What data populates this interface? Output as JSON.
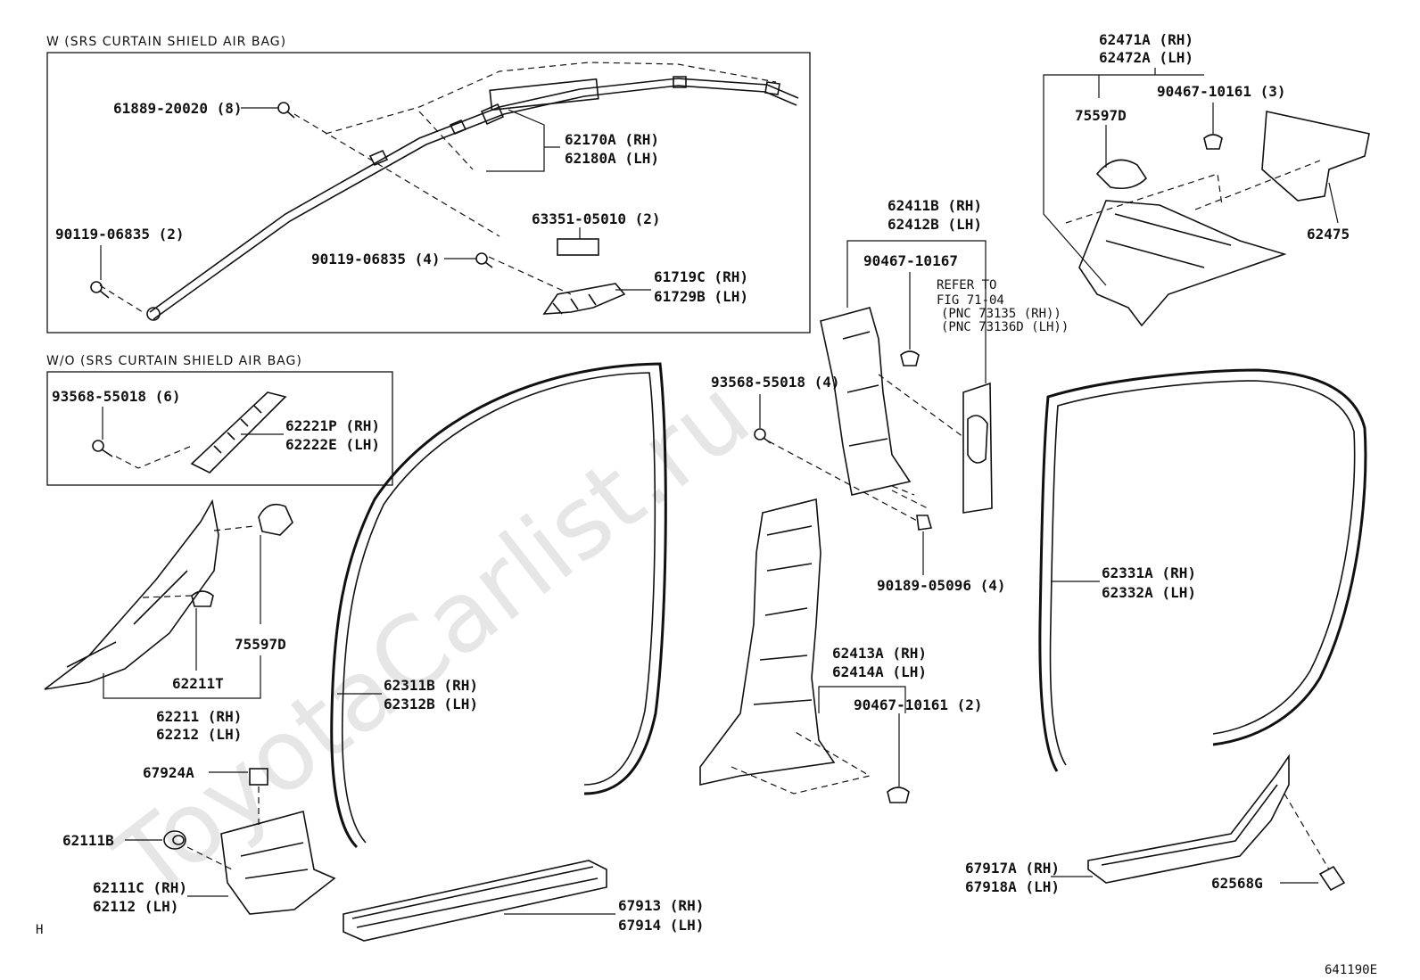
{
  "watermark": "ToyotaCarlist.ru",
  "sections": {
    "with_airbag_header": "W (SRS CURTAIN SHIELD AIR BAG)",
    "without_airbag_header": "W/O (SRS CURTAIN SHIELD AIR BAG)"
  },
  "labels": {
    "p61889": "61889-20020 (8)",
    "p62170a": "62170A (RH)",
    "p62180a": "62180A (LH)",
    "p90119a": "90119-06835 (2)",
    "p63351": "63351-05010 (2)",
    "p90119b": "90119-06835 (4)",
    "p61719c": "61719C (RH)",
    "p61729b": "61729B (LH)",
    "p93568a": "93568-55018 (6)",
    "p62221p": "62221P (RH)",
    "p62222e": "62222E (LH)",
    "p75597d_a": "75597D",
    "p62211t": "62211T",
    "p62211": "62211 (RH)",
    "p62212": "62212 (LH)",
    "p67924a": "67924A",
    "p62111b": "62111B",
    "p62111c": "62111C (RH)",
    "p62112": "62112 (LH)",
    "p62311b": "62311B (RH)",
    "p62312b": "62312B (LH)",
    "p67913": "67913 (RH)",
    "p67914": "67914 (LH)",
    "p62411b": "62411B (RH)",
    "p62412b": "62412B (LH)",
    "p90467a": "90467-10167",
    "refer1": "REFER TO",
    "refer2": "FIG 71-04",
    "refer3": "(PNC 73135  (RH))",
    "refer4": "(PNC 73136D (LH))",
    "p93568b": "93568-55018 (4)",
    "p90189": "90189-05096 (4)",
    "p62413a": "62413A (RH)",
    "p62414a": "62414A (LH)",
    "p90467b": "90467-10161 (2)",
    "p62471a": "62471A (RH)",
    "p62472a": "62472A (LH)",
    "p90467c": "90467-10161 (3)",
    "p75597d_b": "75597D",
    "p62475": "62475",
    "p62331a": "62331A (RH)",
    "p62332a": "62332A (LH)",
    "p67917a": "67917A (RH)",
    "p67918a": "67918A (LH)",
    "p62568g": "62568G"
  },
  "footer": {
    "corner_mark": "H",
    "figure_code": "641190E"
  }
}
